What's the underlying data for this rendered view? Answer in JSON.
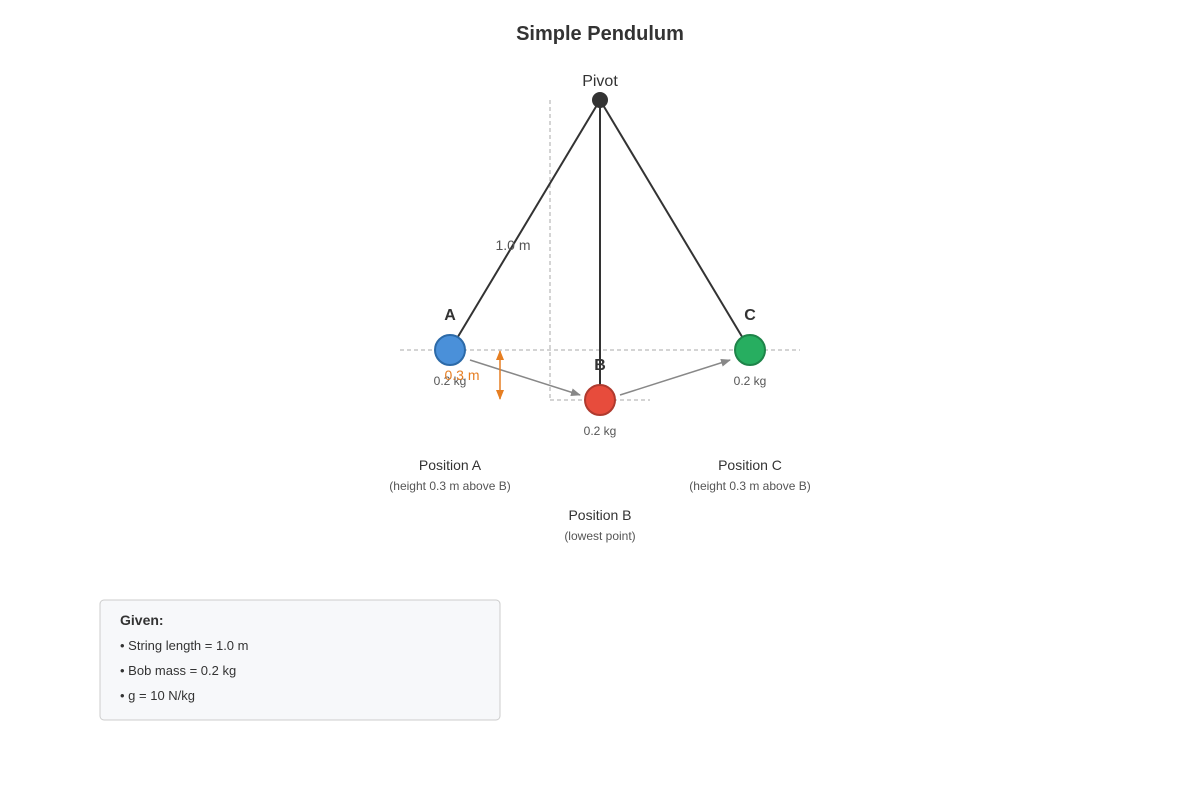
{
  "title": "Simple Pendulum",
  "pivot_label": "Pivot",
  "string_length_label": "1.0 m",
  "height_label": "0.3 m",
  "positions": {
    "a": {
      "letter": "A",
      "mass": "0.2 kg",
      "name": "Position A",
      "note": "(height 0.3 m above B)",
      "color": "#4a90d9"
    },
    "b": {
      "letter": "B",
      "mass": "0.2 kg",
      "name": "Position B",
      "note": "(lowest point)",
      "color": "#e74c3c"
    },
    "c": {
      "letter": "C",
      "mass": "0.2 kg",
      "name": "Position C",
      "note": "(height 0.3 m above B)",
      "color": "#27ae60"
    }
  },
  "given": {
    "heading": "Given:",
    "items": [
      "• String length = 1.0 m",
      "• Bob mass = 0.2 kg",
      "• g = 10 N/kg"
    ]
  },
  "colors": {
    "height_marker": "#e67e22",
    "string": "#333333"
  }
}
